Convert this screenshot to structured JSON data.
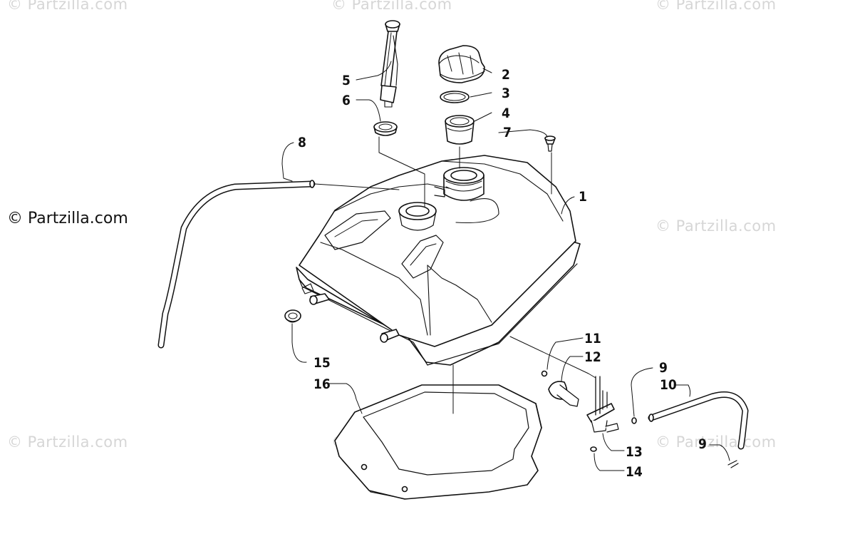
{
  "watermark": {
    "main": "© Partzilla.com",
    "faint": "© Partzilla.com"
  },
  "callouts": [
    {
      "id": "c1",
      "label": "1"
    },
    {
      "id": "c2",
      "label": "2"
    },
    {
      "id": "c3",
      "label": "3"
    },
    {
      "id": "c4",
      "label": "4"
    },
    {
      "id": "c5",
      "label": "5"
    },
    {
      "id": "c6",
      "label": "6"
    },
    {
      "id": "c7",
      "label": "7"
    },
    {
      "id": "c8",
      "label": "8"
    },
    {
      "id": "c9a",
      "label": "9"
    },
    {
      "id": "c9b",
      "label": "9"
    },
    {
      "id": "c10",
      "label": "10"
    },
    {
      "id": "c11",
      "label": "11"
    },
    {
      "id": "c12",
      "label": "12"
    },
    {
      "id": "c13",
      "label": "13"
    },
    {
      "id": "c14",
      "label": "14"
    },
    {
      "id": "c15",
      "label": "15"
    },
    {
      "id": "c16",
      "label": "16"
    }
  ]
}
